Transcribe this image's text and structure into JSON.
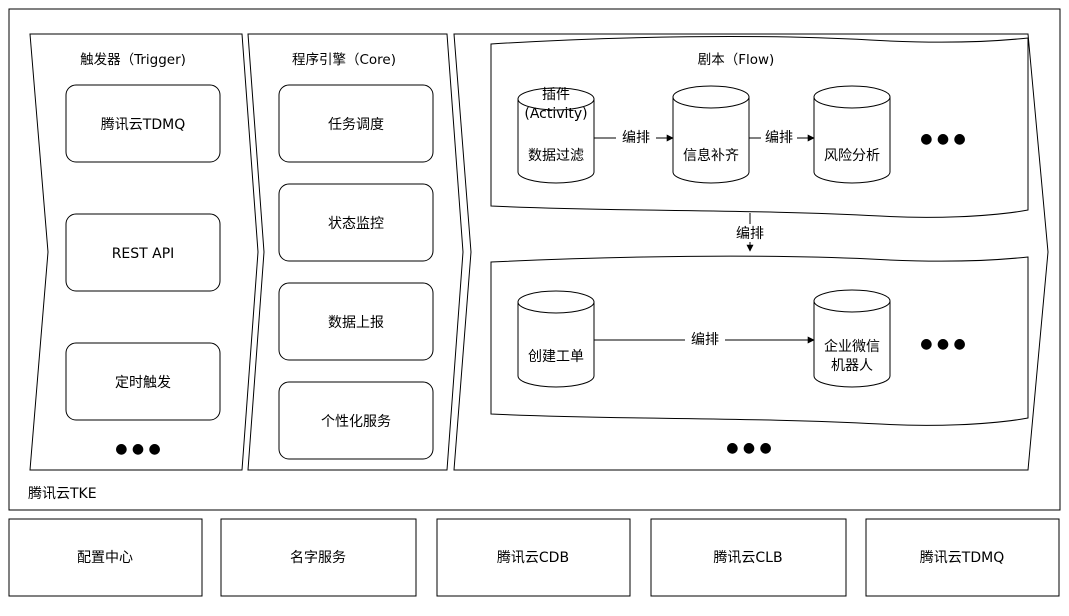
{
  "trigger": {
    "title": "触发器（Trigger)",
    "items": [
      "腾讯云TDMQ",
      "REST API",
      "定时触发"
    ],
    "more": "● ● ●"
  },
  "core": {
    "title": "程序引擎（Core)",
    "items": [
      "任务调度",
      "状态监控",
      "数据上报",
      "个性化服务"
    ]
  },
  "flow": {
    "title": "剧本（Flow)",
    "plugin_label_1": "插件",
    "plugin_label_2": "(Activity)",
    "row1": [
      "数据过滤",
      "信息补齐",
      "风险分析"
    ],
    "row2": [
      "创建工单",
      "企业微信",
      "机器人"
    ],
    "edge_label": "编排",
    "more": "● ● ●"
  },
  "cluster_label": "腾讯云TKE",
  "bottom_services": [
    "配置中心",
    "名字服务",
    "腾讯云CDB",
    "腾讯云CLB",
    "腾讯云TDMQ"
  ],
  "colors": {
    "stroke": "#000000",
    "fill": "#ffffff"
  }
}
